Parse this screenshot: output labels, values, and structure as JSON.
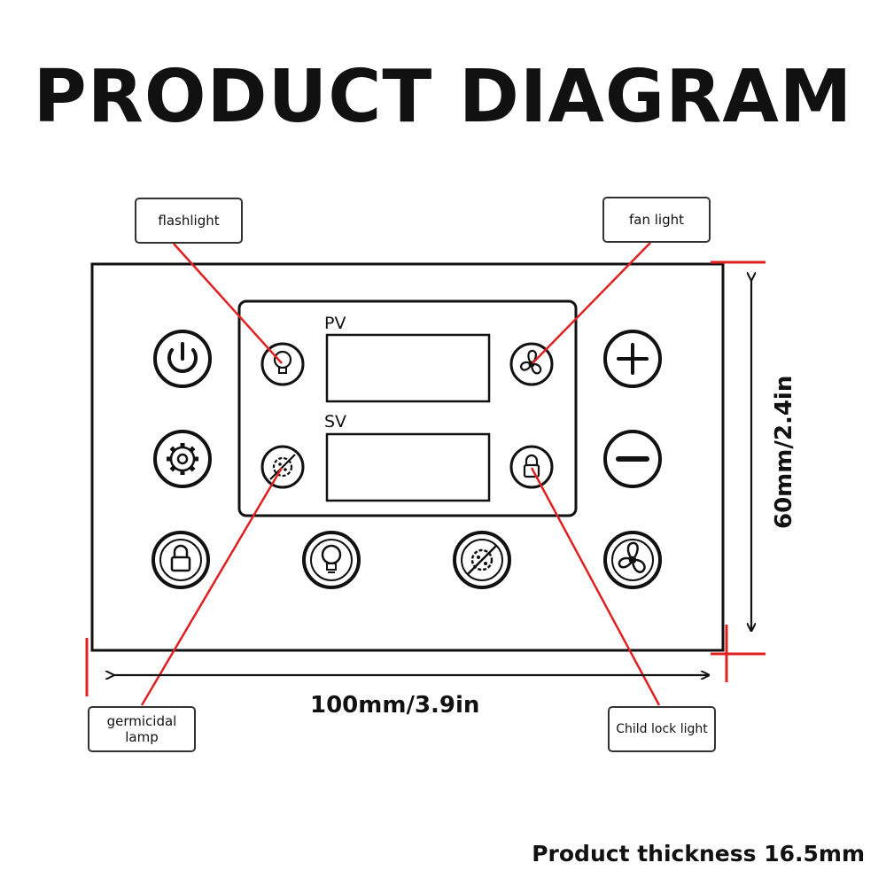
{
  "title": "PRODUCT DIAGRAM",
  "display": {
    "pv_label": "PV",
    "sv_label": "SV"
  },
  "callouts": {
    "flashlight": "flashlight",
    "fan_light": "fan light",
    "germicidal_lamp": "germicidal lamp",
    "child_lock_light": "Child lock light"
  },
  "dimensions": {
    "width": "100mm/3.9in",
    "height": "60mm/2.4in"
  },
  "footer": "Product thickness 16.5mm",
  "icons": {
    "row1": [
      "power-icon",
      "plus-icon"
    ],
    "row2": [
      "gear-icon",
      "minus-icon"
    ],
    "row3": [
      "lock-icon",
      "bulb-icon",
      "germicidal-icon",
      "fan-icon"
    ],
    "indicators": [
      "bulb-indicator-icon",
      "fan-indicator-icon",
      "germicidal-indicator-icon",
      "lock-indicator-icon"
    ]
  },
  "colors": {
    "leader_line": "#e02020",
    "outline": "#111111"
  }
}
